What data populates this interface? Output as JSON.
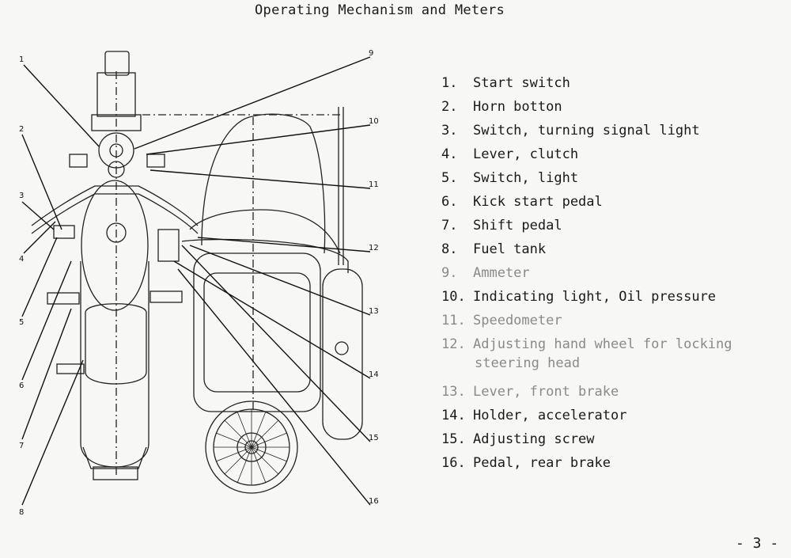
{
  "title": "Operating Mechanism and Meters",
  "page_number": "- 3 -",
  "legend": [
    {
      "num": "1.",
      "text": "Start switch"
    },
    {
      "num": "2.",
      "text": "Horn botton"
    },
    {
      "num": "3.",
      "text": "Switch, turning signal light"
    },
    {
      "num": "4.",
      "text": "Lever,  clutch"
    },
    {
      "num": "5.",
      "text": "Switch, light"
    },
    {
      "num": "6.",
      "text": "Kick start pedal"
    },
    {
      "num": "7.",
      "text": "Shift pedal"
    },
    {
      "num": "8.",
      "text": "Fuel tank"
    },
    {
      "num": "9.",
      "text": "Ammeter"
    },
    {
      "num": "10.",
      "text": "Indicating light, Oil pressure"
    },
    {
      "num": "11.",
      "text": "Speedometer"
    },
    {
      "num": "12.",
      "text": "Adjusting hand wheel for locking",
      "cont": "steering head"
    },
    {
      "num": "13.",
      "text": "Lever,  front brake"
    },
    {
      "num": "14.",
      "text": "Holder, accelerator"
    },
    {
      "num": "15.",
      "text": "Adjusting screw"
    },
    {
      "num": "16.",
      "text": "Pedal, rear brake"
    }
  ],
  "callouts": [
    "1",
    "2",
    "3",
    "4",
    "5",
    "6",
    "7",
    "8",
    "9",
    "10",
    "11",
    "12",
    "13",
    "14",
    "15",
    "16"
  ]
}
